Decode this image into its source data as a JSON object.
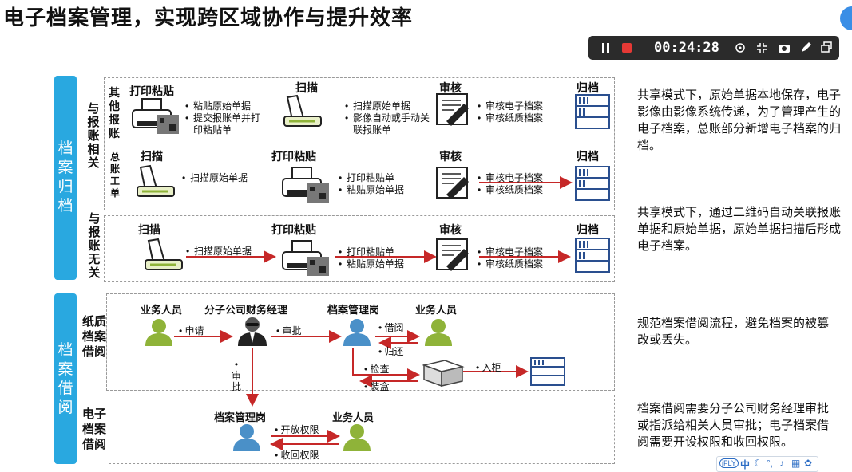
{
  "title": "电子档案管理，实现跨区域协作与提升效率",
  "recorder": {
    "timer": "00:24:28"
  },
  "sections": {
    "archive_tab": "档案归档",
    "borrow_tab": "档案借阅"
  },
  "group_labels": {
    "related": "与报账相关",
    "unrelated": "与报账无关",
    "other_bills": "其他报账",
    "general_ledger": "总账工单",
    "paper_borrow": "纸质档案借阅",
    "electronic_borrow": "电子档案借阅"
  },
  "rows": {
    "other": {
      "steps": [
        "打印粘贴",
        "扫描",
        "审核",
        "归档"
      ],
      "notes1": [
        "粘贴原始单据",
        "提交报账单并打印粘贴单"
      ],
      "notes2": [
        "扫描原始单据",
        "影像自动或手动关联报账单"
      ],
      "notes3": [
        "审核电子档案",
        "审核纸质档案"
      ]
    },
    "ledger": {
      "steps": [
        "扫描",
        "打印粘贴",
        "审核",
        "归档"
      ],
      "notes1": [
        "扫描原始单据"
      ],
      "notes2": [
        "打印粘贴单",
        "粘贴原始单据"
      ],
      "notes3": [
        "审核电子档案",
        "审核纸质档案"
      ]
    },
    "unrelated": {
      "steps": [
        "扫描",
        "打印粘贴",
        "审核",
        "归档"
      ],
      "notes1": [
        "扫描原始单据"
      ],
      "notes2": [
        "打印粘贴单",
        "粘贴原始单据"
      ],
      "notes3": [
        "审核电子档案",
        "审核纸质档案"
      ]
    }
  },
  "paper_borrow": {
    "roles": [
      "业务人员",
      "分子公司财务经理",
      "档案管理岗",
      "业务人员"
    ],
    "actions": {
      "apply": "申请",
      "approve": "审批",
      "borrow": "借阅",
      "return": "归还",
      "check": "检查",
      "pack": "装盒",
      "shelve": "入柜",
      "approve_vertical": "审批"
    }
  },
  "electronic_borrow": {
    "roles": [
      "档案管理岗",
      "业务人员"
    ],
    "actions": {
      "grant": "开放权限",
      "revoke": "收回权限"
    }
  },
  "descriptions": [
    "共享模式下，原始单据本地保存，电子影像由影像系统传递，为了管理产生的电子档案，总账部分新增电子档案的归档。",
    "共享模式下，通过二维码自动关联报账单据和原始单据，原始单据扫描后形成电子档案。",
    "规范档案借阅流程，避免档案的被篡改或丢失。",
    "档案借阅需要分子公司财务经理审批或指派给相关人员审批；电子档案借阅需要开设权限和收回权限。"
  ],
  "ime_toolbar": {
    "brand": "iFLY",
    "lang": "中"
  },
  "colors": {
    "accent_blue": "#29a8e0",
    "arrow_red": "#c62828",
    "person_green": "#8fb339",
    "person_blue": "#4a90c8"
  }
}
